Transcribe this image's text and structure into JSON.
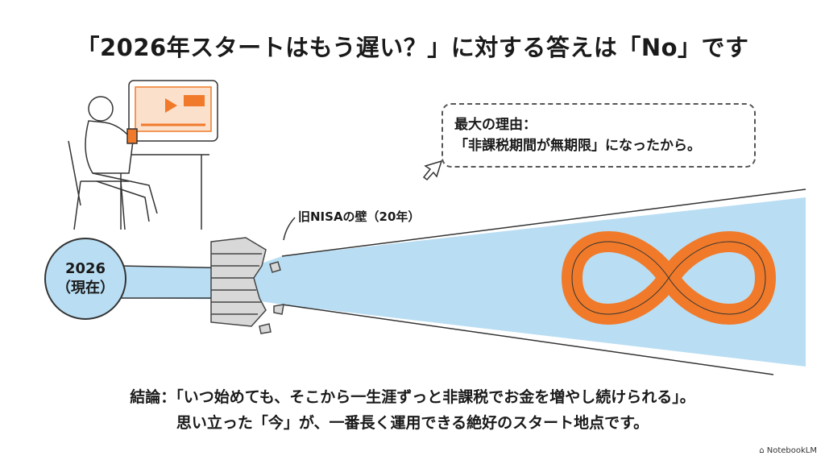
{
  "title": "「2026年スタートはもう遅い？」に対する答えは「No」です",
  "reason": {
    "line1": "最大の理由：",
    "line2": "「非課税期間が無期限」になったから。"
  },
  "wall_label": "旧NISAの壁（20年）",
  "now": {
    "year": "2026",
    "label": "（現在）"
  },
  "conclusion": {
    "line1": "結論：「いつ始めても、そこから一生涯ずっと非課税でお金を増やし続けられる」。",
    "line2": "思い立った「今」が、一番長く運用できる絶好のスタート地点です。"
  },
  "brand": "NotebookLM",
  "colors": {
    "cone": "#b9def3",
    "infinity": "#f07a2a",
    "accent": "#f07a2a"
  }
}
